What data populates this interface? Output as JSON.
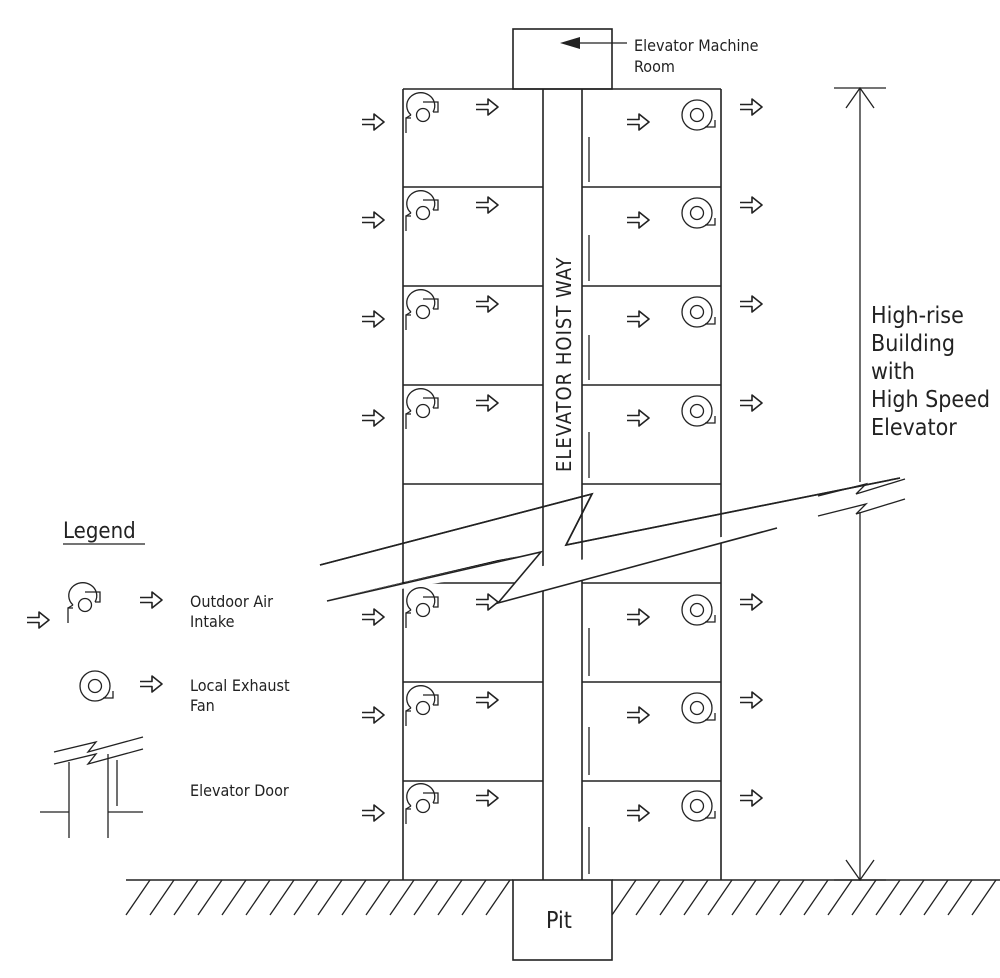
{
  "labels": {
    "machine_room": [
      "Elevator Machine",
      "Room"
    ],
    "hoist_way": "ELEVATOR HOIST WAY",
    "pit": "Pit",
    "building": [
      "High-rise",
      "Building",
      "with",
      "High Speed",
      "Elevator"
    ]
  },
  "legend": {
    "title": "Legend",
    "items": [
      {
        "label": [
          "Outdoor Air",
          "Intake"
        ],
        "icon": "outdoor-air-intake-fan-icon"
      },
      {
        "label": [
          "Local Exhaust",
          "Fan"
        ],
        "icon": "local-exhaust-fan-icon"
      },
      {
        "label": [
          "Elevator Door"
        ],
        "icon": "elevator-door-icon"
      }
    ]
  }
}
